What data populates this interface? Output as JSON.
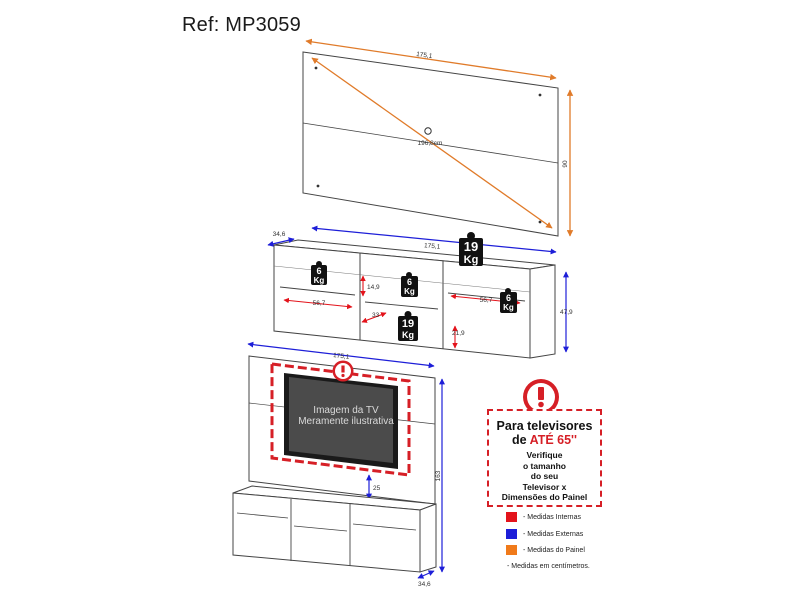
{
  "ref": "Ref: MP3059",
  "panel": {
    "width": "175,1",
    "height": "90",
    "diagonal": "196,8cm"
  },
  "rack": {
    "depth": "34,6",
    "width": "175,1",
    "height": "47,9",
    "top_load": "19",
    "niche_left_width": "56,7",
    "niche_right_width": "56,7",
    "niche_mid_height": "14,9",
    "center_width": "33",
    "lower_height": "21,9",
    "shelf_load": "6",
    "center_load": "19",
    "kg_unit": "Kg"
  },
  "assembly": {
    "width": "175,1",
    "height": "163",
    "gap": "25",
    "depth": "34,6",
    "tv_caption_line1": "Imagem da TV",
    "tv_caption_line2": "Meramente ilustrativa"
  },
  "warning": {
    "line1": "Para televisores",
    "line2_prefix": "de ",
    "line2_highlight": "ATÉ 65''",
    "sub1": "Verifique",
    "sub2": "o tamanho",
    "sub3": "do seu",
    "sub4": "Televisor x",
    "sub5": "Dimensões do Painel"
  },
  "legend": {
    "items": [
      {
        "label": "- Medidas Internas",
        "color": "#e3131b"
      },
      {
        "label": "- Medidas Externas",
        "color": "#1d1ed8"
      },
      {
        "label": "- Medidas do Painel",
        "color": "#f07a1a"
      }
    ],
    "note": "- Medidas em centímetros."
  },
  "colors": {
    "internal": "#e3131b",
    "external": "#1d1ed8",
    "panel": "#e07b2a",
    "alert": "#d61f26"
  }
}
